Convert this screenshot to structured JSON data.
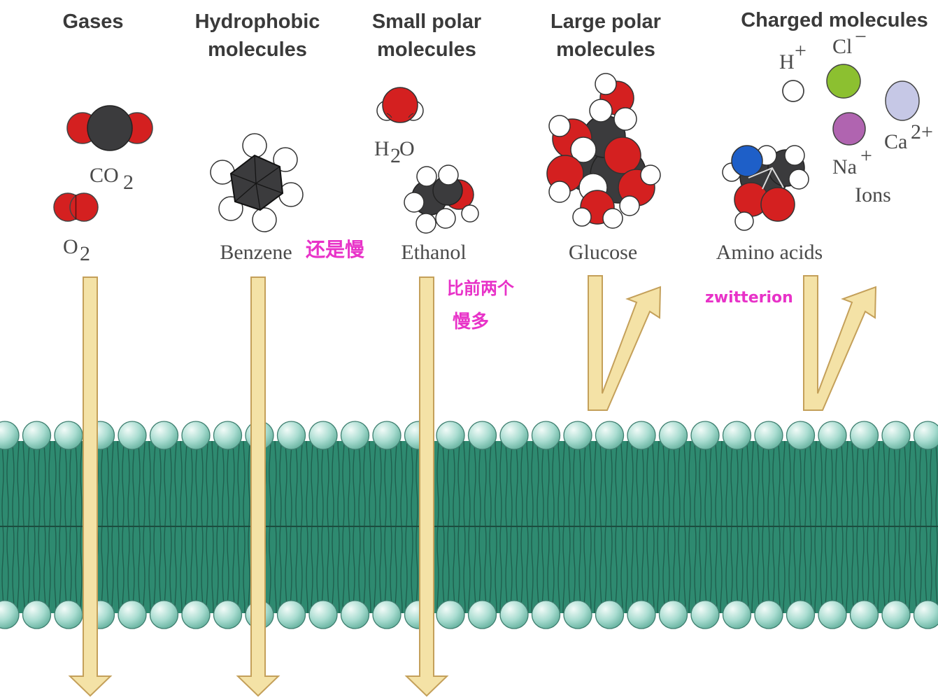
{
  "headers": {
    "gases": "Gases",
    "hydrophobic_line1": "Hydrophobic",
    "hydrophobic_line2": "molecules",
    "small_polar_line1": "Small polar",
    "small_polar_line2": "molecules",
    "large_polar_line1": "Large polar",
    "large_polar_line2": "molecules",
    "charged": "Charged molecules"
  },
  "molecule_labels": {
    "co2": "CO",
    "co2_sub": "2",
    "o2": "O",
    "o2_sub": "2",
    "benzene": "Benzene",
    "h2o_h": "H",
    "h2o_sub": "2",
    "h2o_o": "O",
    "ethanol": "Ethanol",
    "glucose": "Glucose",
    "amino_acids": "Amino acids",
    "h_plus": "H",
    "h_plus_sup": "+",
    "cl_minus": "Cl",
    "cl_minus_sup": "−",
    "na_plus": "Na",
    "na_plus_sup": "+",
    "ca_2plus": "Ca",
    "ca_2plus_sup": "2+",
    "ions": "Ions"
  },
  "annotations": {
    "benzene_note": "还是慢",
    "ethanol_note_line1": "比前两个",
    "ethanol_note_line2": "慢多",
    "amino_note": "zwitterion"
  },
  "colors": {
    "oxygen": "#d42020",
    "carbon": "#3b3b3d",
    "hydrogen": "#ffffff",
    "nitrogen": "#1e5fc8",
    "chloride": "#8cc030",
    "sodium": "#b064b0",
    "calcium": "#c6c8e6",
    "arrow_fill": "#f4e2a6",
    "arrow_stroke": "#c4a05a",
    "membrane": "#2e8a70",
    "lipid_head": "#a8dcd0",
    "annotation": "#e832c8"
  }
}
